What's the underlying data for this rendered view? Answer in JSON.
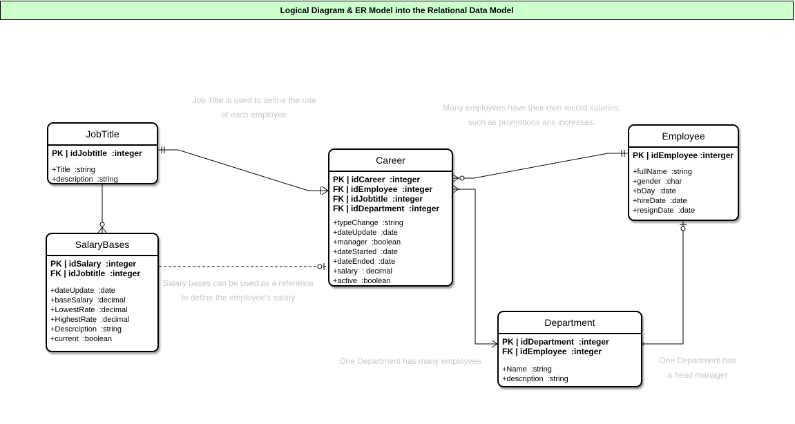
{
  "title": "Logical Diagram & ER Model into the Relational Data Model",
  "entities": {
    "jobtitle": {
      "name": "JobTitle",
      "keys": [
        "PK | idJobtitle  :integer"
      ],
      "attrs": [
        "+Title  :string",
        "+description  :string"
      ]
    },
    "salarybases": {
      "name": "SalaryBases",
      "keys": [
        "PK | idSalary  :integer",
        "FK | idJobtitle  :integer"
      ],
      "attrs": [
        "+dateUpdate  :date",
        "+baseSalary  :decimal",
        "+LowestRate  :decimal",
        "+HighestRate  :decimal",
        "+Descrciption  :string",
        "+current  :boolean"
      ]
    },
    "career": {
      "name": "Career",
      "keys": [
        "PK | idCareer  :integer",
        "FK | idEmployee  :integer",
        "FK | idJobtitle  :integer",
        "FK | idDepartment  :integer"
      ],
      "attrs": [
        "+typeChange  :string",
        "+dateUpdate  :date",
        "+manager  :boolean",
        "+dateStarted  :date",
        "+dateEnded  :date",
        "+salary  : decimal",
        "+active  :boolean"
      ]
    },
    "employee": {
      "name": "Employee",
      "keys": [
        "PK | idEmployee :interger"
      ],
      "attrs": [
        "+fullName  :string",
        "+gender  :char",
        "+bDay  :date",
        "+hireDate  :date",
        "+resignDate  :date"
      ]
    },
    "department": {
      "name": "Department",
      "keys": [
        "PK | idDepartment  :integer",
        "FK | idEmployee  :integer"
      ],
      "attrs": [
        "+Name  :string",
        "+description  :string"
      ]
    }
  },
  "notes": {
    "jobtitle_role": [
      "Job Title is used to define the role",
      "of each employee"
    ],
    "employee_salaries": [
      "Many employees have their own record salaries,",
      "such as promotions ans increases."
    ],
    "salary_reference": [
      "Salary bases can be used as a reference",
      "to define the employee's salary"
    ],
    "department_employees": [
      "One Department has many employees"
    ],
    "department_manager": [
      "One Department  has",
      "a head manager"
    ]
  }
}
